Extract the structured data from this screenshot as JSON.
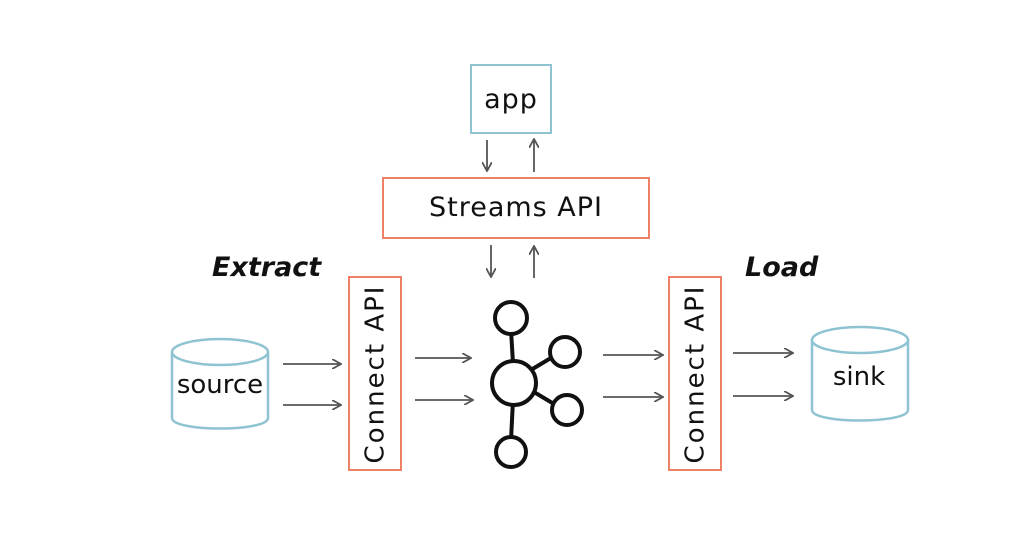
{
  "diagram": {
    "app_label": "app",
    "streams_label": "Streams API",
    "connect_left_label": "Connect API",
    "connect_right_label": "Connect API",
    "extract_label": "Extract",
    "load_label": "Load",
    "source_label": "source",
    "sink_label": "sink"
  },
  "colors": {
    "app_border": "#8ec3d1",
    "api_border": "#ee8066",
    "db_stroke": "#8ec3d1",
    "arrow": "#555555",
    "node": "#111111"
  }
}
